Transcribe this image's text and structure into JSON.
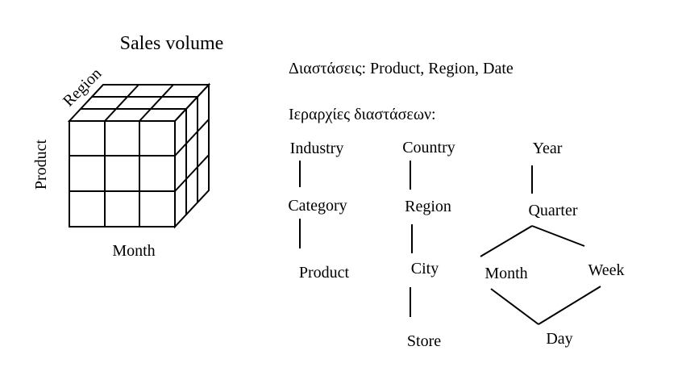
{
  "cube": {
    "title": "Sales volume",
    "axis_depth": "Region",
    "axis_vertical": "Product",
    "axis_horizontal": "Month"
  },
  "dimensions_line": "Διαστάσεις: Product, Region, Date",
  "hierarchies_heading": "Ιεραρχίες διαστάσεων:",
  "hierarchies": {
    "product": [
      "Industry",
      "Category",
      "Product"
    ],
    "location": [
      "Country",
      "Region",
      "City",
      "Store"
    ],
    "time": {
      "year": "Year",
      "quarter": "Quarter",
      "month": "Month",
      "week": "Week",
      "day": "Day"
    }
  }
}
